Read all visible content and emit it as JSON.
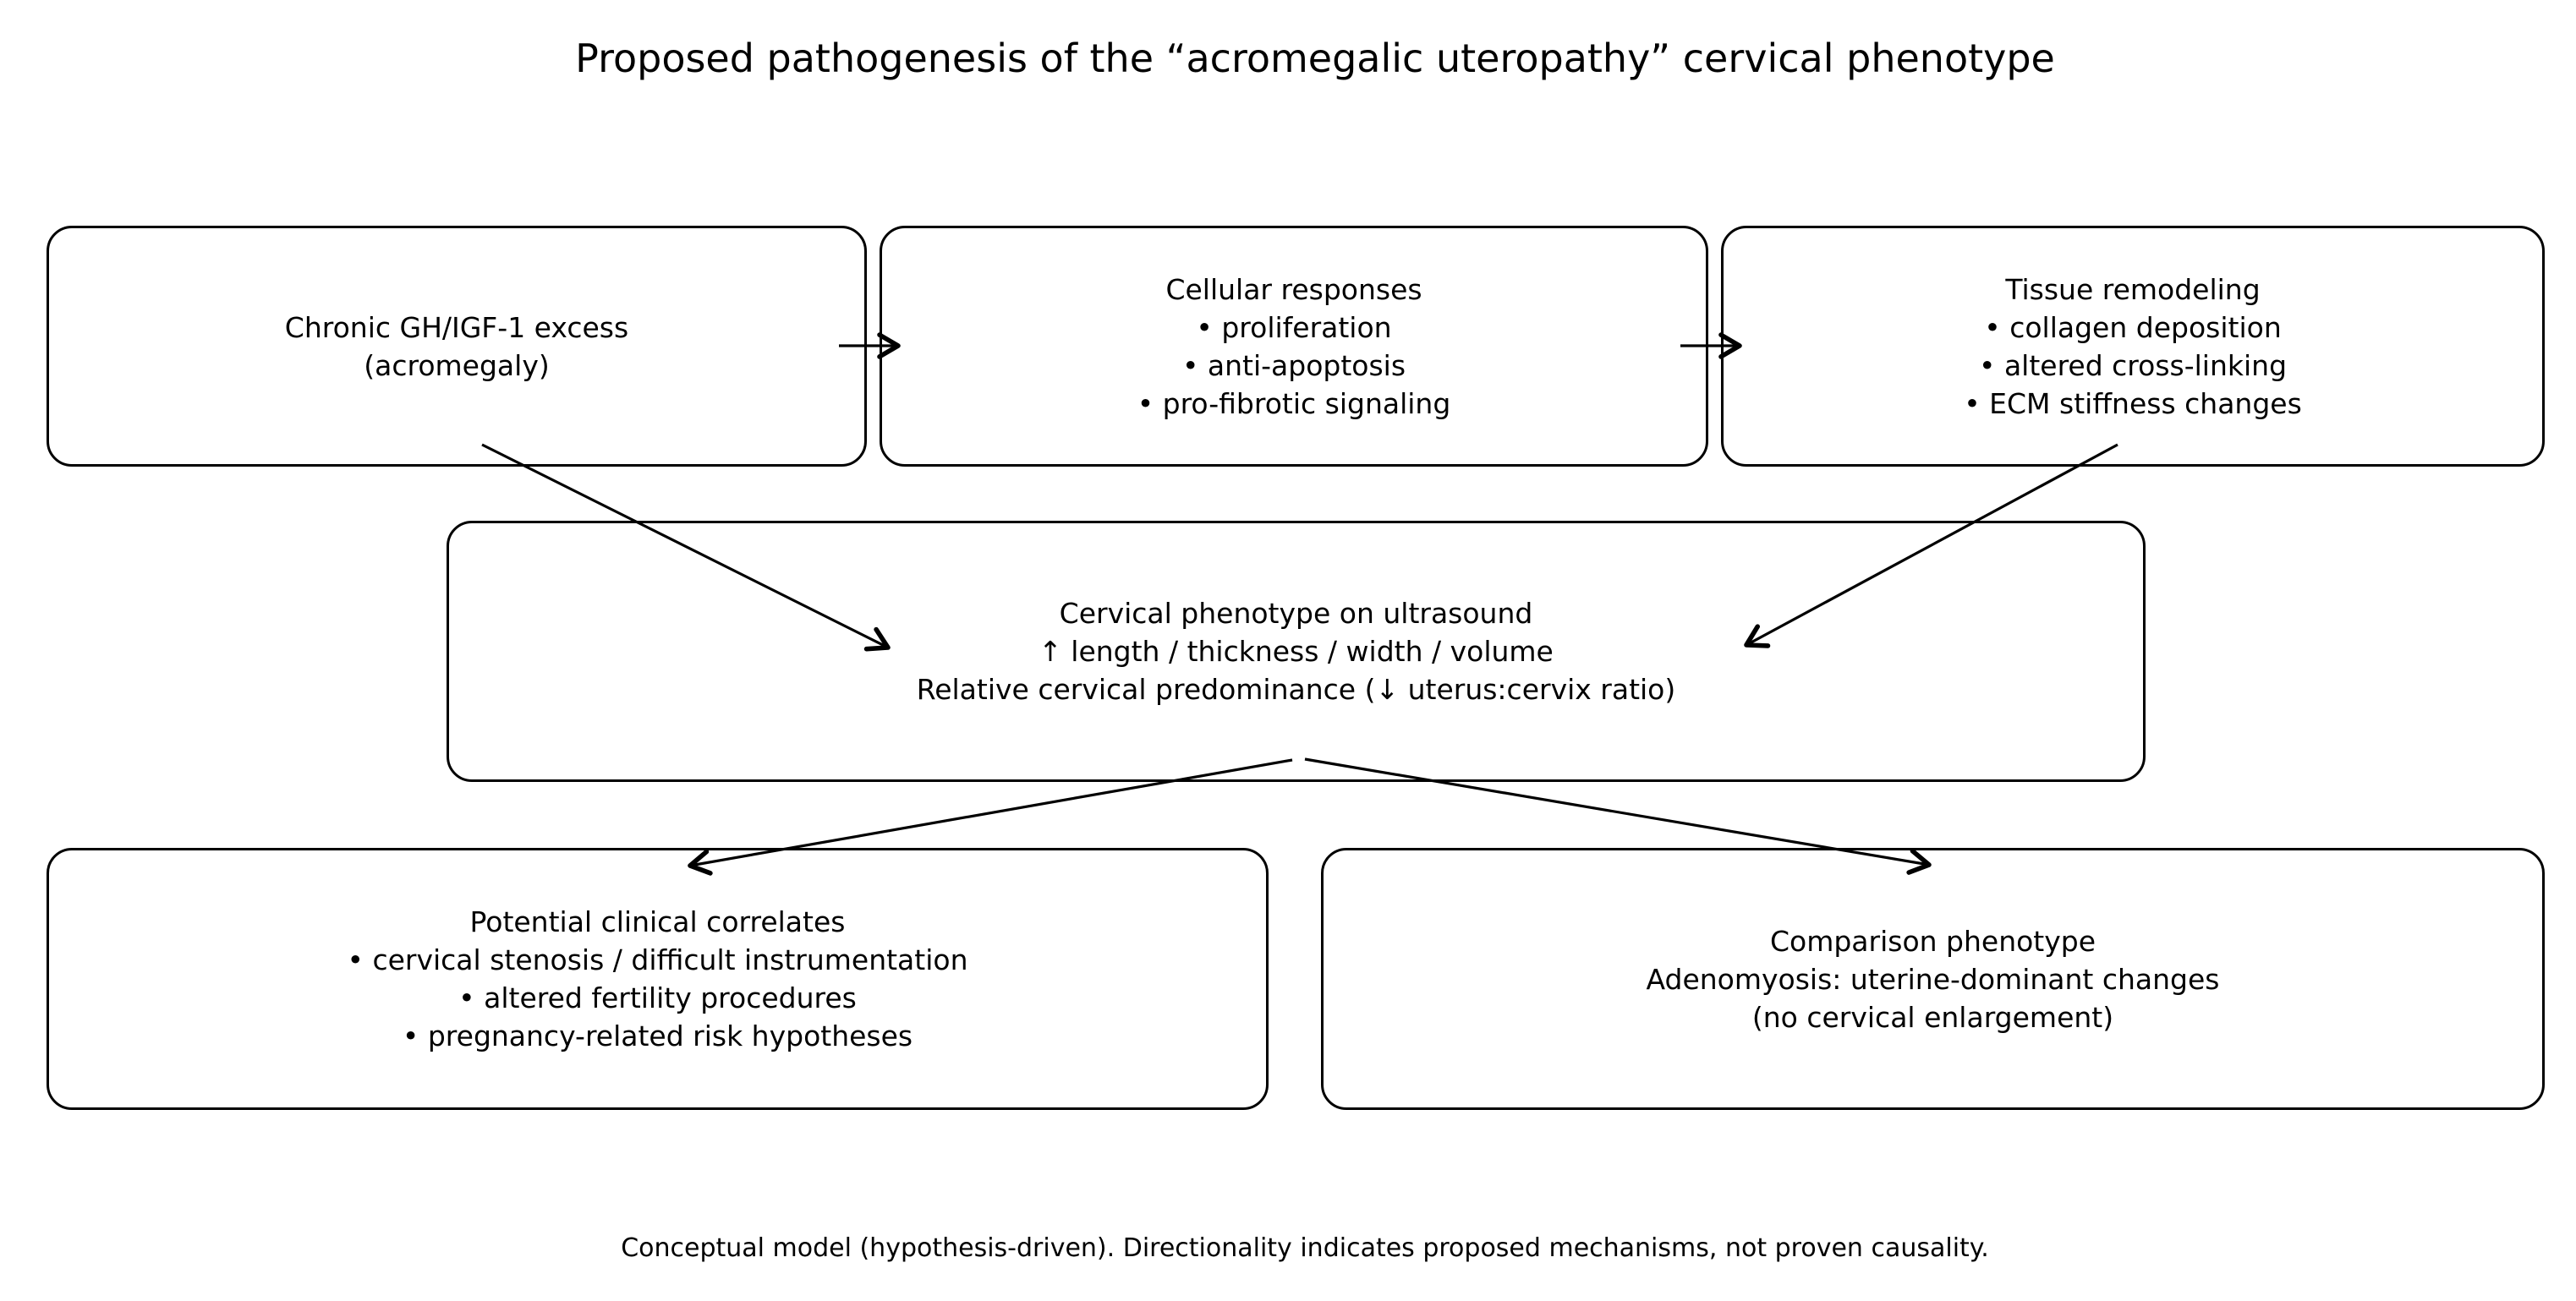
{
  "title": "Proposed pathogenesis of the “acromegalic uteropathy” cervical phenotype",
  "caption": "Conceptual model (hypothesis-driven). Directionality indicates proposed mechanisms, not proven causality.",
  "colors": {
    "background": "#ffffff",
    "stroke": "#000000",
    "text": "#000000"
  },
  "boxes": {
    "cause": {
      "lines": [
        "Chronic GH/IGF-1 excess",
        "(acromegaly)"
      ]
    },
    "cellular": {
      "lines": [
        "Cellular responses",
        "• proliferation",
        "• anti-apoptosis",
        "• pro-fibrotic signaling"
      ]
    },
    "tissue": {
      "lines": [
        "Tissue remodeling",
        "• collagen deposition",
        "• altered cross-linking",
        "• ECM stiffness changes"
      ]
    },
    "phenotype": {
      "lines": [
        "Cervical phenotype on ultrasound",
        "↑ length / thickness / width / volume",
        "Relative cervical predominance (↓ uterus:cervix ratio)"
      ]
    },
    "clinical": {
      "lines": [
        "Potential clinical correlates",
        "• cervical stenosis / difficult instrumentation",
        "• altered fertility procedures",
        "• pregnancy-related risk hypotheses"
      ]
    },
    "comparison": {
      "lines": [
        "Comparison phenotype",
        "Adenomyosis: uterine-dominant changes",
        "(no cervical enlargement)"
      ]
    }
  },
  "arrows": [
    "cause-to-cellular",
    "cellular-to-tissue",
    "cause-to-phenotype",
    "tissue-to-phenotype",
    "phenotype-to-clinical",
    "phenotype-to-comparison"
  ]
}
